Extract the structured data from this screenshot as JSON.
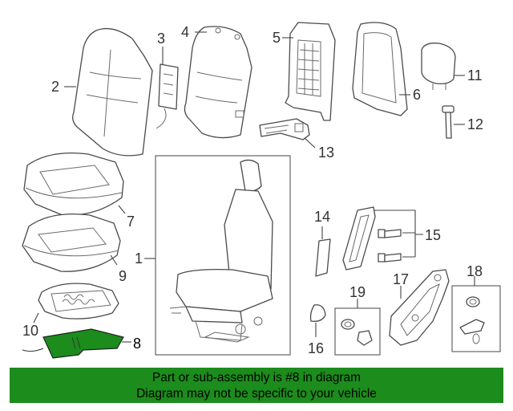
{
  "callouts": {
    "n1": "1",
    "n2": "2",
    "n3": "3",
    "n4": "4",
    "n5": "5",
    "n6": "6",
    "n7": "7",
    "n8": "8",
    "n9": "9",
    "n10": "10",
    "n11": "11",
    "n12": "12",
    "n13": "13",
    "n14": "14",
    "n15": "15",
    "n16": "16",
    "n17": "17",
    "n18": "18",
    "n19": "19"
  },
  "highlight_color": "#1c8c1c",
  "footer": {
    "line1": "Part or sub-assembly is #8 in diagram",
    "line2": "Diagram may not be specific to your vehicle"
  }
}
